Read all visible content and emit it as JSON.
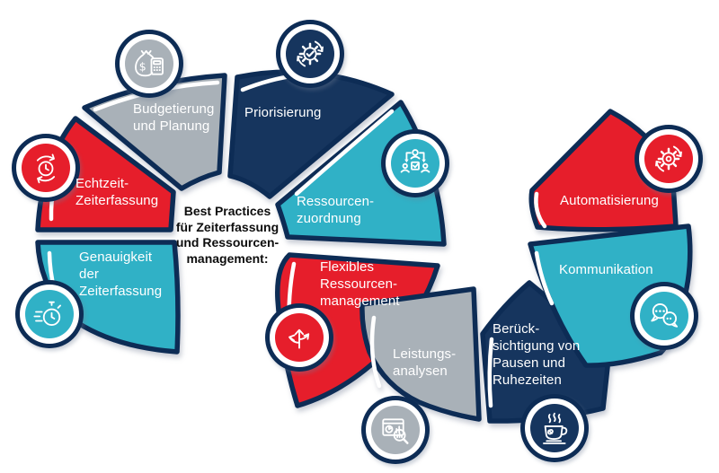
{
  "center_label": {
    "lines": [
      "Best Practices",
      "für Zeiterfassung",
      "und Ressourcen-",
      "management:"
    ]
  },
  "colors": {
    "red": "#e61e2b",
    "teal": "#30b1c6",
    "navy": "#16355e",
    "gray": "#a9b1b8",
    "outline_navy": "#0d2c55",
    "label_text": "#ffffff",
    "center_text": "#0d0d0d"
  },
  "segments": [
    {
      "id": "genauigkeit",
      "label": "Genauigkeit der Zeiterfassung",
      "lines": [
        "Genauigkeit",
        "der",
        "Zeiterfassung"
      ],
      "color": "teal",
      "icon": "speed-stopwatch-icon"
    },
    {
      "id": "echtzeit",
      "label": "Echtzeit-Zeiterfassung",
      "lines": [
        "Echtzeit-",
        "Zeiterfassung"
      ],
      "color": "red",
      "icon": "clock-sync-icon"
    },
    {
      "id": "budgetierung",
      "label": "Budgetierung und Planung",
      "lines": [
        "Budgetierung",
        "und Planung"
      ],
      "color": "gray",
      "icon": "money-bag-calculator-icon"
    },
    {
      "id": "priorisierung",
      "label": "Priorisierung",
      "lines": [
        "Priorisierung"
      ],
      "color": "navy",
      "icon": "gear-check-icon"
    },
    {
      "id": "ressourcenzuordnung",
      "label": "Ressourcen-zuordnung",
      "lines": [
        "Ressourcen-",
        "zuordnung"
      ],
      "color": "teal",
      "icon": "team-assignment-icon"
    },
    {
      "id": "flexibles",
      "label": "Flexibles Ressourcen-management",
      "lines": [
        "Flexibles",
        "Ressourcen-",
        "management"
      ],
      "color": "red",
      "icon": "branching-arrows-icon"
    },
    {
      "id": "leistungsanalysen",
      "label": "Leistungs-analysen",
      "lines": [
        "Leistungs-",
        "analysen"
      ],
      "color": "gray",
      "icon": "chart-magnifier-icon"
    },
    {
      "id": "beruecksichtigung",
      "label": "Berück-sichtigung von Pausen und Ruhezeiten",
      "lines": [
        "Berück-",
        "sichtigung von",
        "Pausen und",
        "Ruhezeiten"
      ],
      "color": "navy",
      "icon": "coffee-cup-icon"
    },
    {
      "id": "kommunikation",
      "label": "Kommunikation",
      "lines": [
        "Kommunikation"
      ],
      "color": "teal",
      "icon": "chat-bubbles-icon"
    },
    {
      "id": "automatisierung",
      "label": "Automatisierung",
      "lines": [
        "Automatisierung"
      ],
      "color": "red",
      "icon": "gear-sync-icon"
    }
  ]
}
